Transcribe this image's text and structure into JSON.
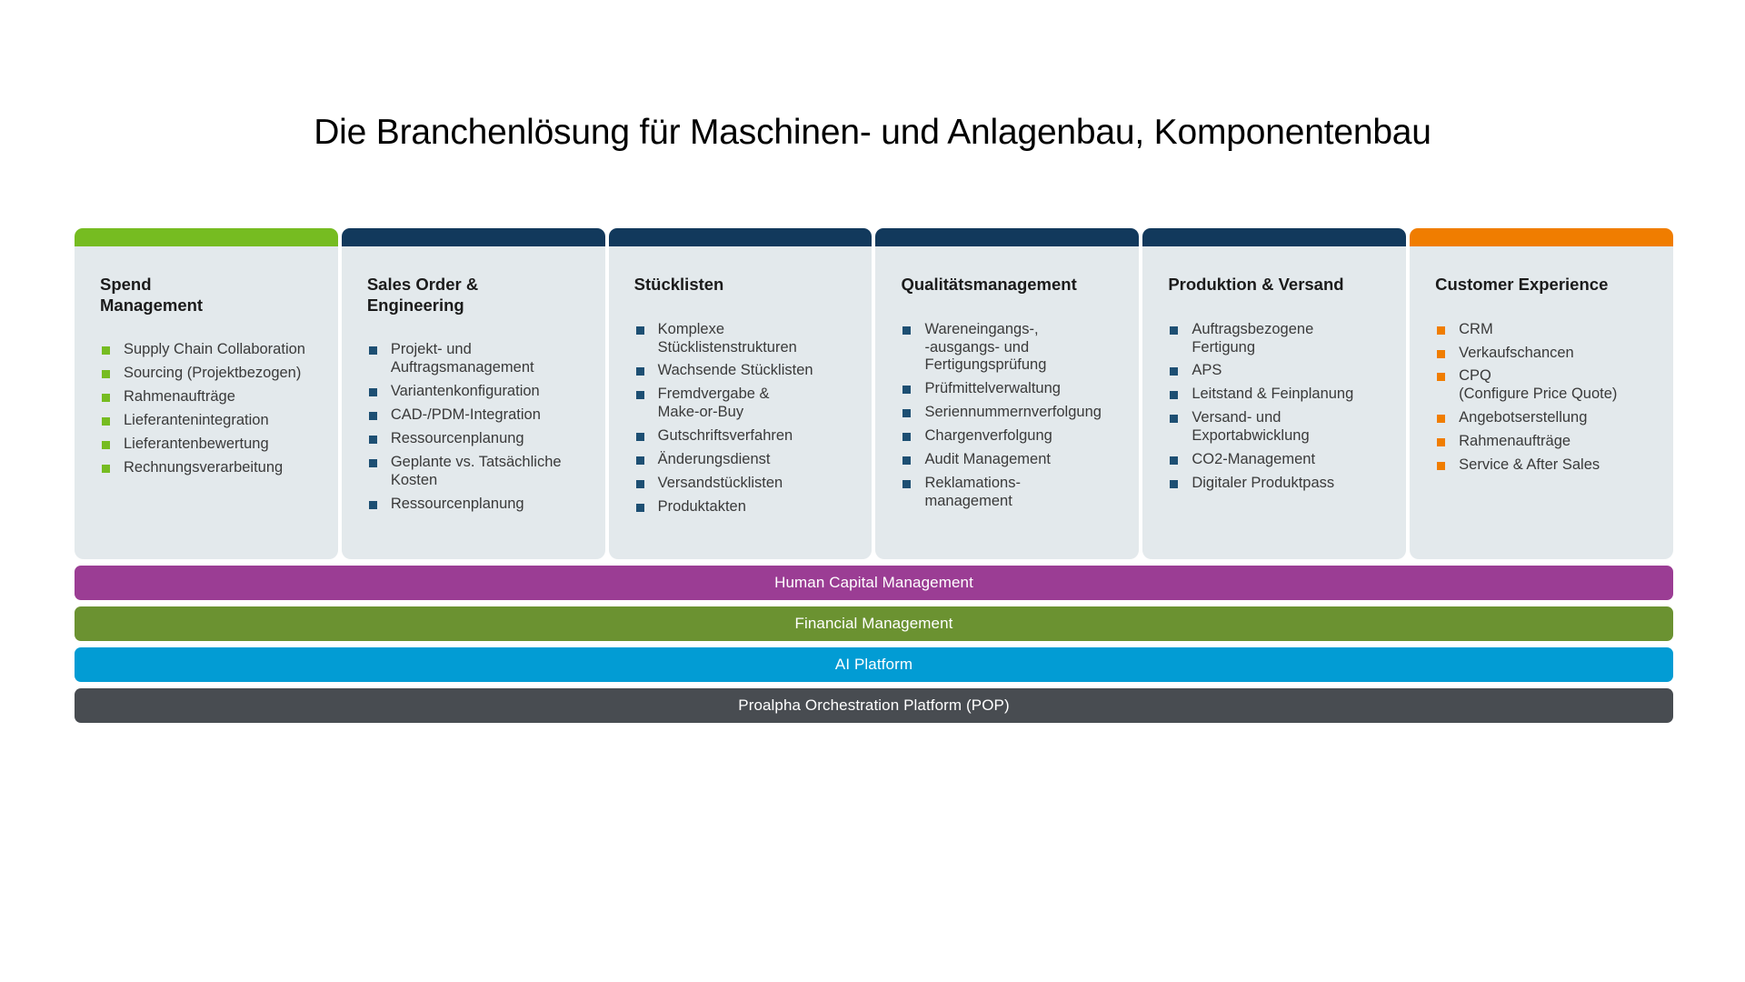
{
  "slide": {
    "title": "Die Branchenlösung für Maschinen- und Anlagenbau, Komponentenbau"
  },
  "colors": {
    "card_background": "#e3e9ec",
    "green": "#76bc21",
    "navy": "#12395c",
    "orange": "#f07d00",
    "purple": "#9b3d94",
    "olive": "#6b9231",
    "blue": "#029cd4",
    "dark_gray": "#484c51",
    "title_text": "#000000",
    "list_text": "#3a3a3a"
  },
  "pillars": [
    {
      "id": "spend-management",
      "title": "Spend\nManagement",
      "accent": "#76bc21",
      "bullet_color": "#76bc21",
      "items": [
        "Supply Chain Collaboration",
        "Sourcing (Projektbezogen)",
        "Rahmenaufträge",
        "Lieferantenintegration",
        "Lieferantenbewertung",
        "Rechnungsverarbeitung"
      ]
    },
    {
      "id": "sales-order-engineering",
      "title": "Sales Order &\nEngineering",
      "accent": "#12395c",
      "bullet_color": "#1d4f73",
      "items": [
        "Projekt- und\nAuftragsmanagement",
        "Variantenkonfiguration",
        "CAD-/PDM-Integration",
        "Ressourcenplanung",
        "Geplante vs. Tatsächliche\nKosten",
        "Ressourcenplanung"
      ]
    },
    {
      "id": "stuecklisten",
      "title": "Stücklisten",
      "accent": "#12395c",
      "bullet_color": "#1d4f73",
      "items": [
        "Komplexe\nStücklistenstrukturen",
        "Wachsende Stücklisten",
        "Fremdvergabe &\nMake-or-Buy",
        "Gutschriftsverfahren",
        "Änderungsdienst",
        "Versandstücklisten",
        "Produktakten"
      ]
    },
    {
      "id": "qualitaetsmanagement",
      "title": "Qualitätsmanagement",
      "accent": "#12395c",
      "bullet_color": "#1d4f73",
      "items": [
        "Wareneingangs-,\n-ausgangs- und\nFertigungsprüfung",
        "Prüfmittelverwaltung",
        "Seriennummernverfolgung",
        "Chargenverfolgung",
        "Audit Management",
        "Reklamations-\nmanagement"
      ]
    },
    {
      "id": "produktion-versand",
      "title": "Produktion & Versand",
      "accent": "#12395c",
      "bullet_color": "#1d4f73",
      "items": [
        "Auftragsbezogene\nFertigung",
        "APS",
        "Leitstand & Feinplanung",
        "Versand- und\nExportabwicklung",
        "CO2-Management",
        "Digitaler Produktpass"
      ]
    },
    {
      "id": "customer-experience",
      "title": "Customer Experience",
      "accent": "#f07d00",
      "bullet_color": "#f07d00",
      "items": [
        "CRM",
        "Verkaufschancen",
        "CPQ\n(Configure Price Quote)",
        "Angebotserstellung",
        "Rahmenaufträge",
        "Service & After Sales"
      ]
    }
  ],
  "footer_bars": [
    {
      "id": "human-capital-management",
      "label": "Human Capital Management",
      "color": "#9b3d94"
    },
    {
      "id": "financial-management",
      "label": "Financial Management",
      "color": "#6b9231"
    },
    {
      "id": "ai-platform",
      "label": "AI Platform",
      "color": "#029cd4"
    },
    {
      "id": "proalpha-orchestration-platform",
      "label": "Proalpha Orchestration Platform (POP)",
      "color": "#484c51"
    }
  ]
}
